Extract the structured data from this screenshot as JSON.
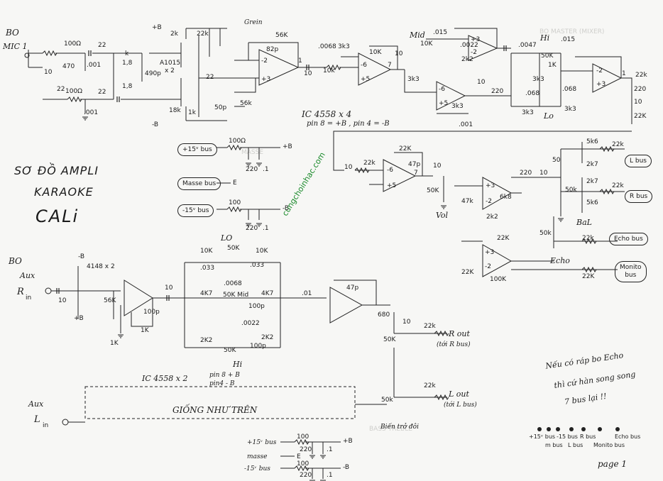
{
  "board_mic": {
    "bo": "BO",
    "mic": "MIC 1"
  },
  "left_labels": {
    "r100_top": "100Ω",
    "c22a": "22",
    "c001a": ".001",
    "r10a": "10",
    "r470": "470",
    "c22b": "22",
    "c001b": ".001",
    "r100_bot": "100Ω",
    "r1k8": "1,8",
    "r1k8b": "1,8",
    "k": "k",
    "p490": "490p",
    "c22c": "22",
    "r22": "22"
  },
  "transistors": {
    "b_plus": "+B",
    "a1015": "A1015",
    "x2": "x 2",
    "r2k": "2k",
    "r22k": "22k",
    "grein": "Grein",
    "r18k": "18k",
    "r18k2": "1k",
    "b_minus": "-B",
    "c22": "22",
    "c50p": "50p"
  },
  "opamp1": {
    "r56k": "56K",
    "c82p": "82p",
    "minus": "-2",
    "plus": "+3",
    "r56k2": "56k",
    "out": "1",
    "c10": "10",
    "c0068": ".0068",
    "r10k": "10k",
    "r3k3": "3k3"
  },
  "ic_note": {
    "ic": "IC  4558 x 4",
    "pins": "pin 8 = +B ,  pin 4 = -B"
  },
  "opamp2": {
    "r10k": "10K",
    "minus": "-6",
    "plus": "+5",
    "out": "7",
    "c10": "10",
    "r3k3": "3k3"
  },
  "mid": {
    "mid": "Mid",
    "r10k": "10K",
    "c015": ".015",
    "c0022": ".0022",
    "r2k2": "2k2",
    "plus3": "+3",
    "minus2": "-2",
    "r3k3": "3k3",
    "c001": ".001",
    "minus6": "-6",
    "plus5": "+5",
    "r10": "10",
    "r220": "220"
  },
  "hi_lo": {
    "hi": "Hi",
    "lo": "Lo",
    "c0047": ".0047",
    "c015": ".015",
    "r50k": "50K",
    "r1k": "1K",
    "r3k3": "3k3",
    "c068": ".068",
    "c068b": ".068",
    "r3k3b": "3k3",
    "r3k3c": "3k3",
    "minus2": "-2",
    "plus3": "+3",
    "out": "1",
    "r220": "220",
    "c10": "10",
    "r22k": "22K",
    "r22k2": "22k"
  },
  "power_top": {
    "bus15": "+15ᵛ bus",
    "r100": "100Ω",
    "plus_b": "+B",
    "c220": "220",
    "c1": ".1",
    "masse": "Masse bus",
    "e": "E",
    "bus_neg": "-15ᵛ bus",
    "r100b": "100",
    "minus_b": "-B",
    "c220b": "220",
    "c1b": ".1"
  },
  "title": {
    "line1": "SƠ ĐỒ  AMPLI",
    "line2": "KARAOKE",
    "line3": "CALi"
  },
  "watermark": "cungchoinhac.com",
  "mixer": {
    "r22k": "22K",
    "c47p": "47p",
    "minus6": "-6",
    "plus5": "+5",
    "out7": "7",
    "c10": "10",
    "r22k2": "22k",
    "r10": "10",
    "r50k": "50K",
    "r47k": "47k",
    "vol": "Vol",
    "plus3": "+3",
    "minus2": "-2",
    "r6k8": "6k8",
    "r2k2": "2k2",
    "r220": "220",
    "c10b": "10",
    "r50": "50",
    "r5k6": "5k6",
    "r2k7": "2k7",
    "r2k7b": "2k7",
    "r5k6b": "5k6",
    "r50k2": "50k",
    "r22k3": "22k",
    "r22k4": "22k",
    "bal": "BaL",
    "l_bus": "L bus",
    "r_bus": "R bus"
  },
  "echo": {
    "r50k": "50k",
    "r22k": "22k",
    "echo_bus": "Echo bus",
    "echo": "Echo",
    "r22k2": "22K",
    "r100k": "100K",
    "plus3": "+3",
    "minus2": "-2",
    "r22k3": "22K",
    "monito": "Monito",
    "bus": "bus",
    "r22k4": "22K"
  },
  "aux_r": {
    "bo": "BO",
    "aux": "Aux",
    "r_in": "R",
    "in": "in",
    "b_minus": "-B",
    "diodes": "4148 x 2",
    "c10": "10",
    "r56k": "56K",
    "b_plus": "+B",
    "c100p": "100p",
    "r1k": "1K",
    "r1k2": "1K",
    "c10b": "10"
  },
  "tone": {
    "lo": "LO",
    "r10k": "10K",
    "r50k": "50K",
    "r10k2": "10K",
    "c033": ".033",
    "c033b": ".033",
    "c0068": ".0068",
    "r4k7": "4K7",
    "r50k_mid": "50K Mid",
    "r4k7b": "4K7",
    "c100p": "100p",
    "c0022": ".0022",
    "r2k2": "2K2",
    "r2k2b": "2K2",
    "r50k_hi": "50K",
    "hi": "Hi",
    "r100p": "100p",
    "c01": ".01",
    "c47p": "47p",
    "r680": "680",
    "c10": "10"
  },
  "ic_note2": {
    "ic": "IC 4558 x 2",
    "pin8": "pin 8 + B",
    "pin4": "pin4 - B"
  },
  "outputs": {
    "r22k": "22k",
    "rout": "R out",
    "to_r": "(tới R bus)",
    "r50k": "50K",
    "r22k2": "22k",
    "lout": "L out",
    "to_l": "(tới L bus)",
    "r50k2": "50k",
    "pot": "Biến trở đôi"
  },
  "aux_l": {
    "aux": "Aux",
    "l": "L",
    "in": "in",
    "same": "GIỐNG  NHƯ TRÊN"
  },
  "power_bottom": {
    "bus15": "+15ᵛ bus",
    "r100": "100",
    "plus_b": "+B",
    "c220": "220",
    "c1": ".1",
    "masse": "masse",
    "e": "E",
    "bus_neg": "-15ᵛ bus",
    "r100b": "100",
    "minus_b": "-B",
    "c220b": "220",
    "c1b": ".1"
  },
  "echo_note": {
    "l1": "Nếu có ráp bo Echo",
    "l2": "thì cứ hàn song song",
    "l3": "7 bus lại !!"
  },
  "bus_legend": [
    "+15ᵛ bus",
    "m bus",
    "-15 bus",
    "L bus",
    "R bus",
    "Monito bus",
    "Echo bus"
  ],
  "page": "page 1"
}
